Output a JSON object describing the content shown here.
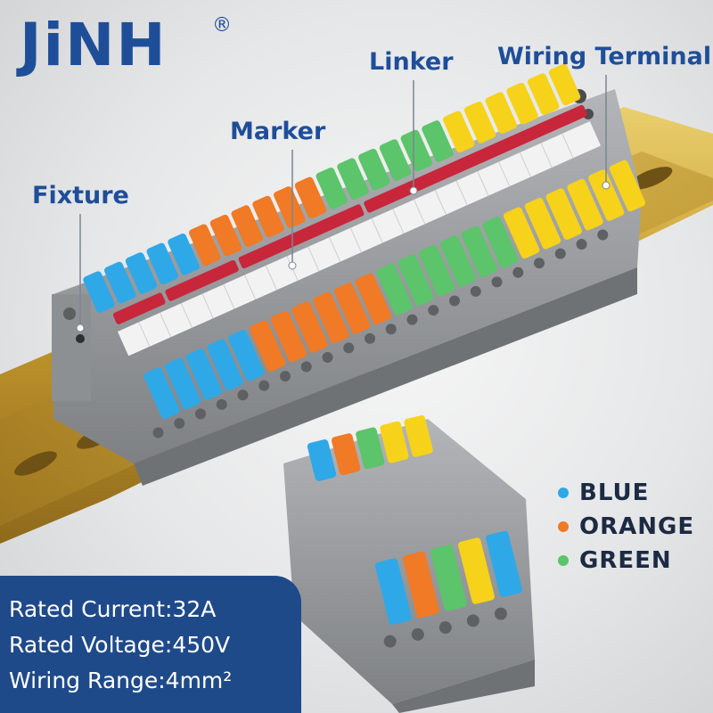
{
  "brand": {
    "name": "JiNH",
    "mark": "®",
    "color": "#1f4e99"
  },
  "callouts": {
    "fixture": "Fixture",
    "marker": "Marker",
    "linker": "Linker",
    "wiring_terminal": "Wiring Terminal"
  },
  "legend": [
    {
      "label": "BLUE",
      "color": "#2fa8e8"
    },
    {
      "label": "ORANGE",
      "color": "#f07a25"
    },
    {
      "label": "GREEN",
      "color": "#5cc46a"
    }
  ],
  "specs": {
    "rated_current": "Rated Current:32A",
    "rated_voltage": "Rated Voltage:450V",
    "wiring_range": "Wiring Range:4mm²"
  },
  "colors": {
    "lever_blue": "#2fa8e8",
    "lever_orange": "#f07a25",
    "lever_green": "#5cc46a",
    "lever_yellow": "#f6d21a",
    "linker_red": "#c8263a",
    "housing_gray": "#9a9c9f",
    "rail_gold": "#c9a43a",
    "panel_blue": "#1f4a8a"
  }
}
